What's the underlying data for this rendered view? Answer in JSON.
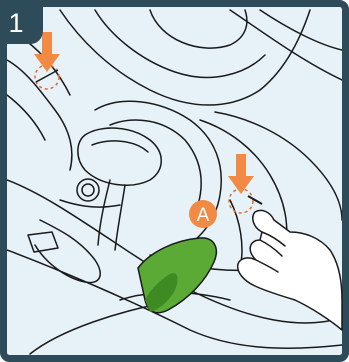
{
  "step": {
    "number": "1"
  },
  "callout": {
    "label": "A"
  },
  "colors": {
    "frame": "#2e4b5a",
    "line_art": "#1a1a1a",
    "seat_fill": "#e6f1f8",
    "arrow": "#f08a45",
    "callout_badge": "#f08a45",
    "highlight_part": "#5aaa35",
    "highlight_shade": "#3e8a23",
    "dashed_circle": "#e56b2b"
  },
  "icons": {
    "step_badge": "step-number-badge",
    "press_arrow_left": "down-arrow-icon",
    "press_arrow_right": "down-arrow-icon",
    "hand": "hand-pressing-icon",
    "highlighted_part": "green-handle-part"
  }
}
